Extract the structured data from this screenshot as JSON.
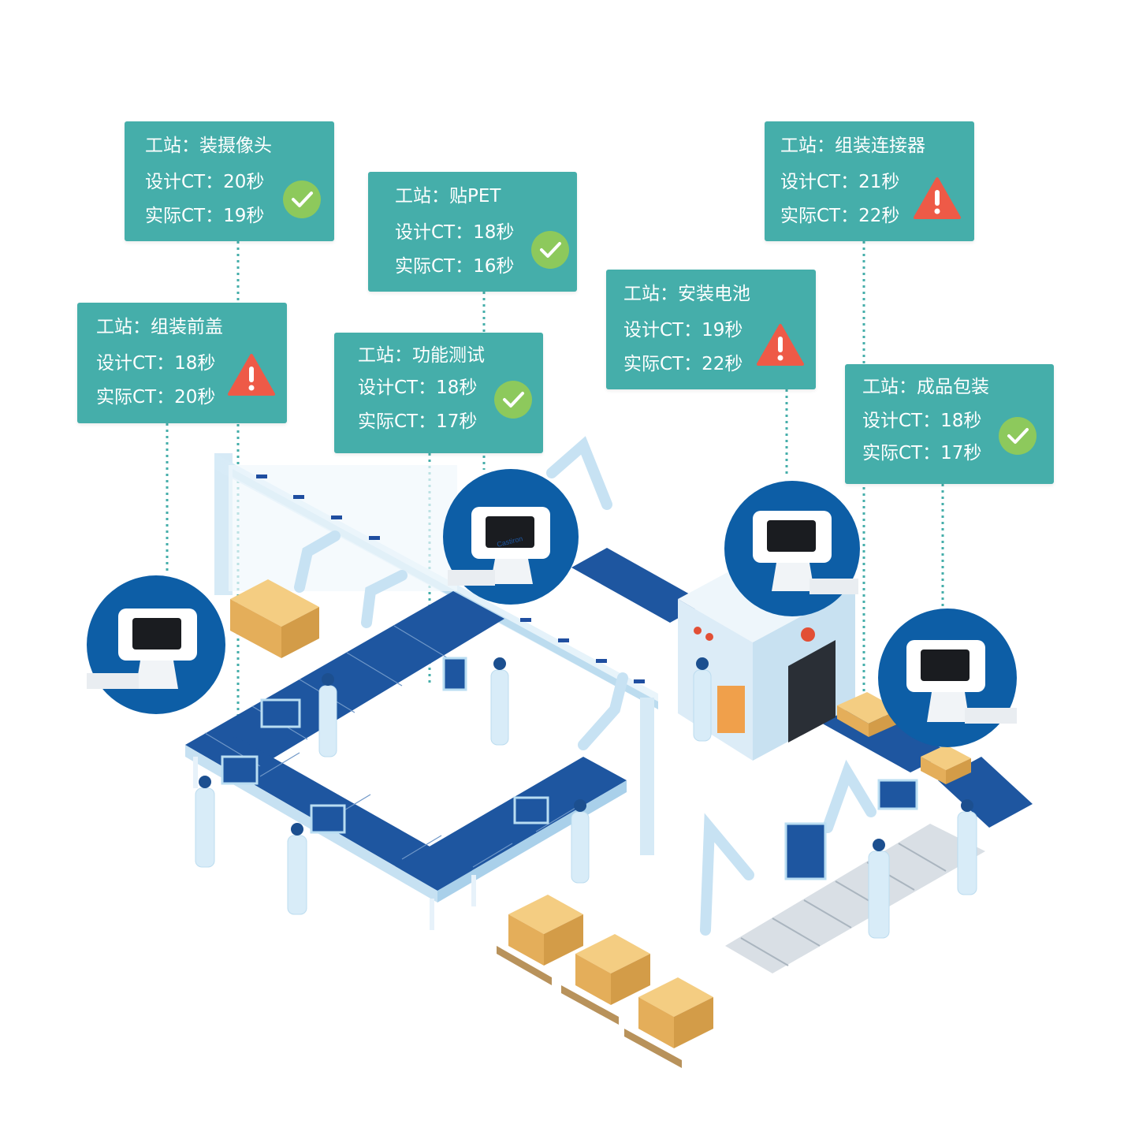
{
  "colors": {
    "card_bg": "#45aeaa",
    "ok": "#8dc95c",
    "warn": "#ee5a47",
    "monitor_circle": "#0d5ea6",
    "conveyor": "#1e56a0",
    "box": "#e9b864"
  },
  "stations": [
    {
      "id": "camera",
      "station_label": "工站：装摄像头",
      "design_ct": "设计CT：20秒",
      "actual_ct": "实际CT：19秒",
      "status": "ok",
      "status_icon": "check-circle-icon"
    },
    {
      "id": "pet",
      "station_label": "工站：贴PET",
      "design_ct": "设计CT：18秒",
      "actual_ct": "实际CT：16秒",
      "status": "ok",
      "status_icon": "check-circle-icon"
    },
    {
      "id": "connector",
      "station_label": "工站：组装连接器",
      "design_ct": "设计CT：21秒",
      "actual_ct": "实际CT：22秒",
      "status": "warning",
      "status_icon": "warning-triangle-icon"
    },
    {
      "id": "front-cover",
      "station_label": "工站：组装前盖",
      "design_ct": "设计CT：18秒",
      "actual_ct": "实际CT：20秒",
      "status": "warning",
      "status_icon": "warning-triangle-icon"
    },
    {
      "id": "function-test",
      "station_label": "工站：功能测试",
      "design_ct": "设计CT：18秒",
      "actual_ct": "实际CT：17秒",
      "status": "ok",
      "status_icon": "check-circle-icon"
    },
    {
      "id": "battery",
      "station_label": "工站：安装电池",
      "design_ct": "设计CT：19秒",
      "actual_ct": "实际CT：22秒",
      "status": "warning",
      "status_icon": "warning-triangle-icon"
    },
    {
      "id": "packing",
      "station_label": "工站：成品包装",
      "design_ct": "设计CT：18秒",
      "actual_ct": "实际CT：17秒",
      "status": "ok",
      "status_icon": "check-circle-icon"
    }
  ],
  "device_brand": "Castiron"
}
